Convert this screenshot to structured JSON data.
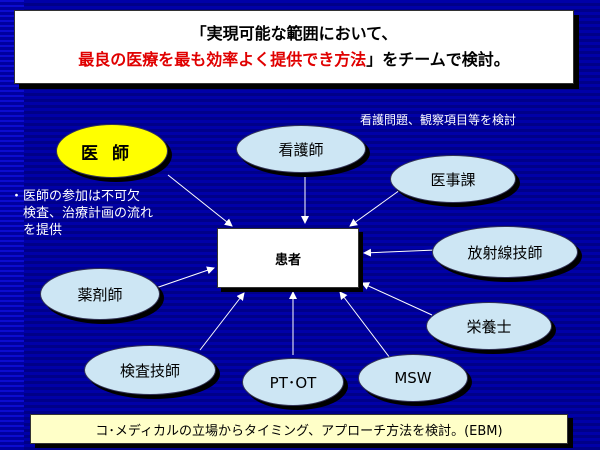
{
  "title": {
    "line1": "「実現可能な範囲において、",
    "line2_red": "最良の医療を最も効率よく提供でき方法",
    "line2_rest": "」をチームで検討。"
  },
  "note_top": "看護問題、観察項目等を検討",
  "note_left": [
    "・医師の参加は不可欠",
    "　検査、治療計画の流れ",
    "　を提供"
  ],
  "center": "患者",
  "nodes": {
    "doctor": "医師",
    "nurse": "看護師",
    "medical_affairs": "医事課",
    "radiology": "放射線技師",
    "dietitian": "栄養士",
    "msw": "MSW",
    "pt_ot": "PT･OT",
    "lab_tech": "検査技師",
    "pharmacist": "薬剤師"
  },
  "bottom_text": "コ･メディカルの立場からタイミング、アプローチ方法を検討。(EBM)",
  "colors": {
    "background": "#0000a8",
    "node_fill": "#cde6f4",
    "doctor_fill": "#ffff00",
    "title_red": "#e00000",
    "bottom_fill": "#ffffc8"
  }
}
